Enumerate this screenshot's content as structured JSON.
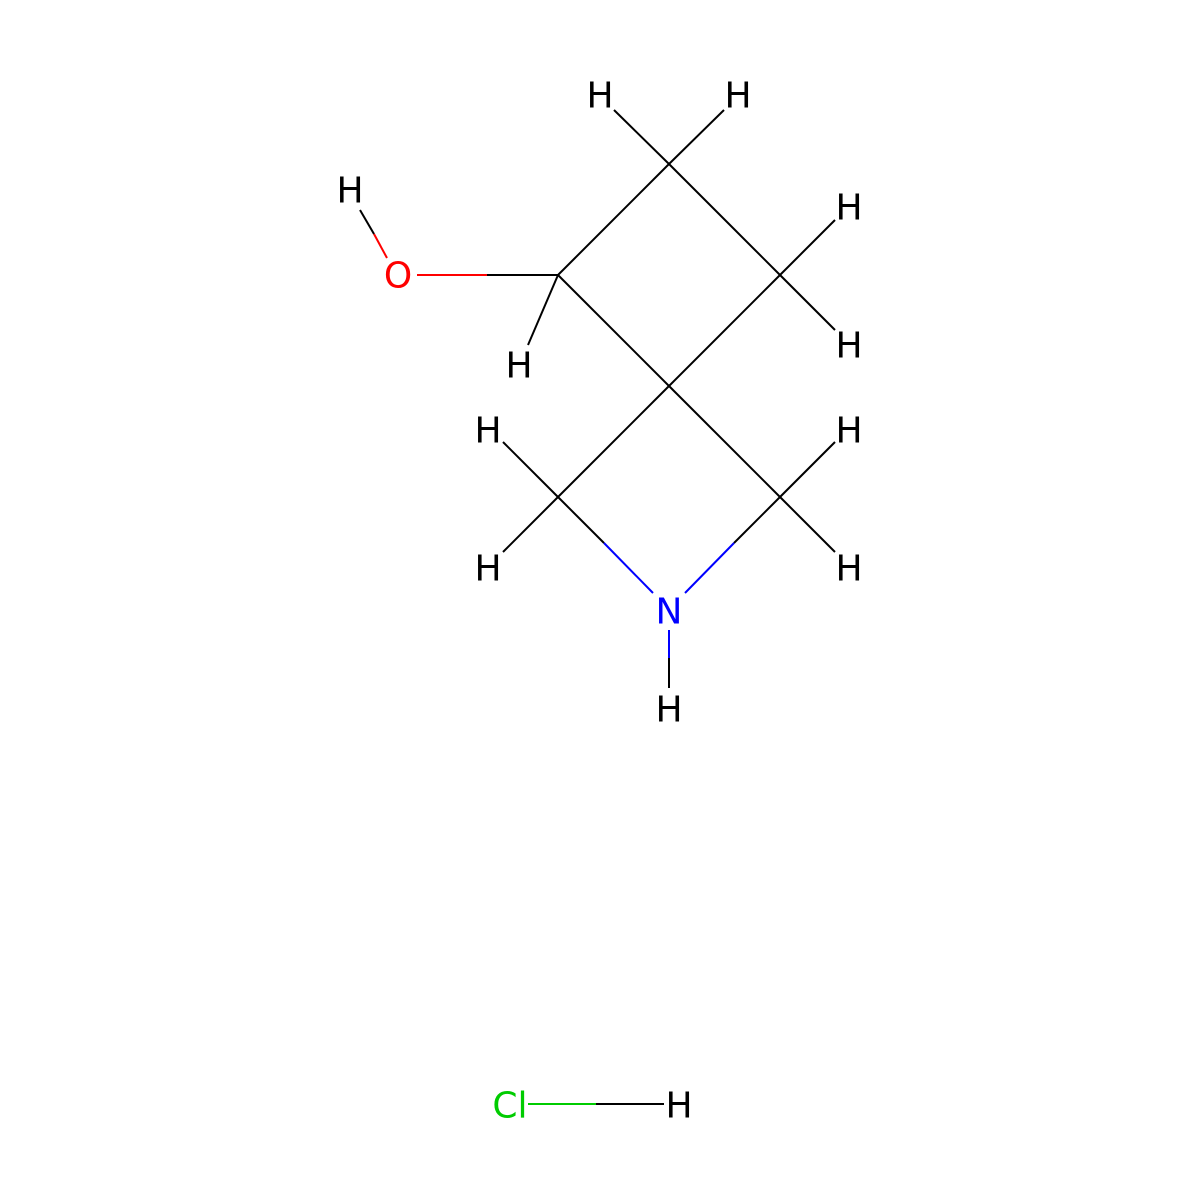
{
  "molecule": {
    "atoms": [
      {
        "id": "H1",
        "element": "H",
        "label": "H",
        "color": "#000000"
      },
      {
        "id": "H2",
        "element": "H",
        "label": "H",
        "color": "#000000"
      },
      {
        "id": "H3",
        "element": "H",
        "label": "H",
        "color": "#000000"
      },
      {
        "id": "O1",
        "element": "O",
        "label": "O",
        "color": "#ff0000"
      },
      {
        "id": "H4",
        "element": "H",
        "label": "H",
        "color": "#000000"
      },
      {
        "id": "H5",
        "element": "H",
        "label": "H",
        "color": "#000000"
      },
      {
        "id": "H6",
        "element": "H",
        "label": "H",
        "color": "#000000"
      },
      {
        "id": "H7",
        "element": "H",
        "label": "H",
        "color": "#000000"
      },
      {
        "id": "H8",
        "element": "H",
        "label": "H",
        "color": "#000000"
      },
      {
        "id": "H9",
        "element": "H",
        "label": "H",
        "color": "#000000"
      },
      {
        "id": "H10",
        "element": "H",
        "label": "H",
        "color": "#000000"
      },
      {
        "id": "N1",
        "element": "N",
        "label": "N",
        "color": "#0000ff"
      },
      {
        "id": "H11",
        "element": "H",
        "label": "H",
        "color": "#000000"
      },
      {
        "id": "Cl1",
        "element": "Cl",
        "label": "Cl",
        "color": "#00cc00"
      },
      {
        "id": "H12",
        "element": "H",
        "label": "H",
        "color": "#000000"
      }
    ],
    "colors": {
      "carbon_bond": "#000000",
      "oxygen": "#ff0000",
      "nitrogen": "#0000ff",
      "chlorine": "#00cc00"
    }
  }
}
